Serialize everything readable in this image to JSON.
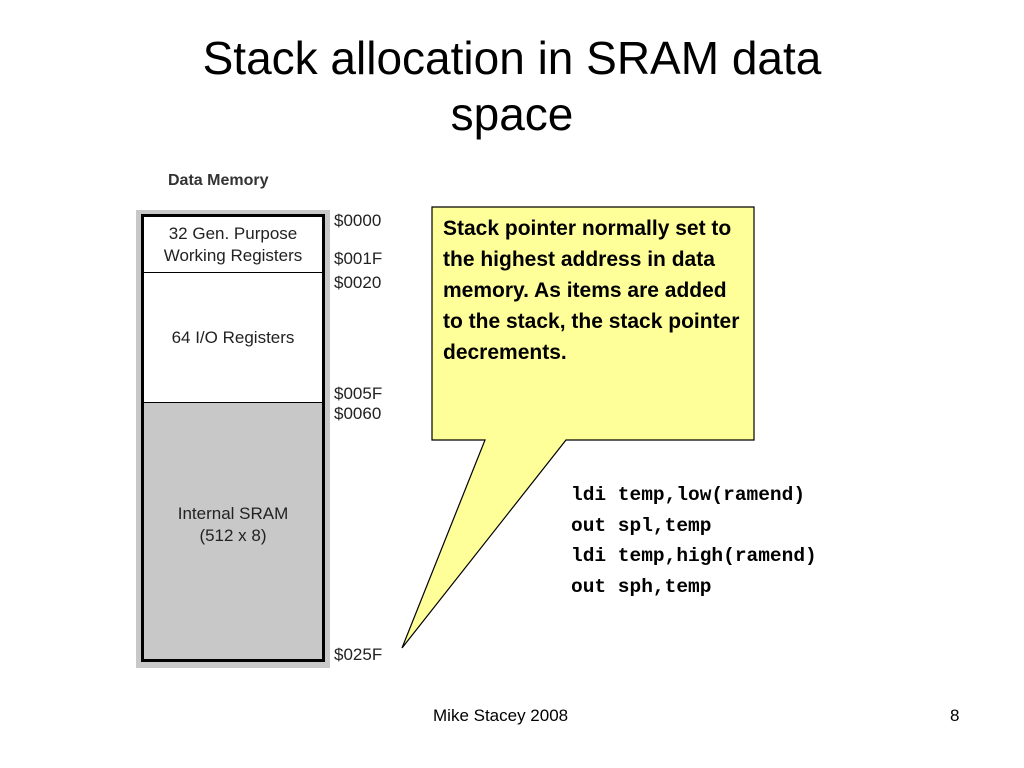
{
  "slide": {
    "title_lines": [
      "Stack allocation in SRAM data",
      "space"
    ],
    "memory_heading": "Data Memory",
    "regions": [
      {
        "lines": [
          "32 Gen. Purpose",
          "Working Registers"
        ]
      },
      {
        "lines": [
          "64 I/O Registers"
        ]
      },
      {
        "lines": [
          "Internal SRAM",
          "(512 x 8)"
        ]
      }
    ],
    "addresses": [
      "$0000",
      "$001F",
      "$0020",
      "$005F",
      "$0060",
      "$025F"
    ],
    "callout": {
      "text": "Stack pointer normally set to the highest address in data memory. As items are added to the stack, the stack pointer decrements.",
      "fill_color": "#ffff99",
      "stroke_color": "#000000"
    },
    "code_lines": [
      "ldi temp,low(ramend)",
      "out spl,temp",
      "ldi temp,high(ramend)",
      "out sph,temp"
    ],
    "footer": {
      "author": "Mike Stacey 2008",
      "page_number": "8"
    }
  }
}
